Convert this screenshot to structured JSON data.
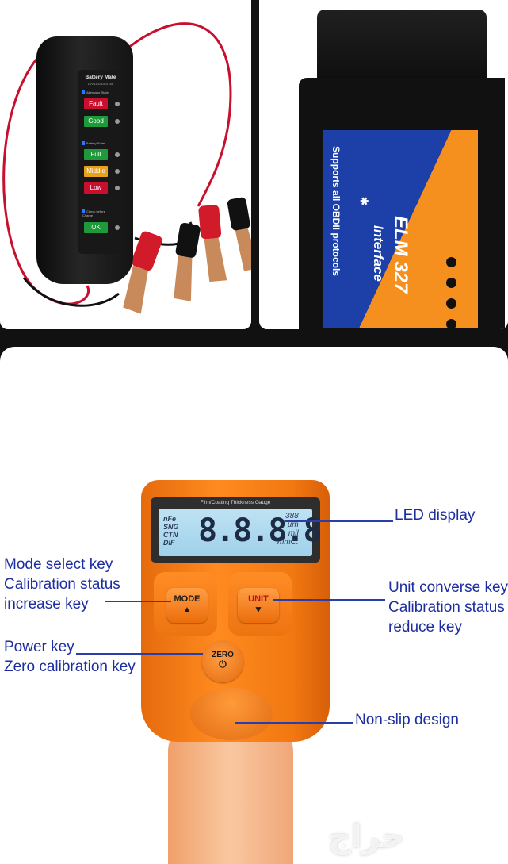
{
  "battery_tester": {
    "title": "Battery Mate",
    "subtitle": "12V LED DIGITAL",
    "sections": [
      "Alternator State",
      "Battery State",
      "Check before Charge"
    ],
    "indicators": [
      {
        "label": "Fault",
        "color": "#c8102e"
      },
      {
        "label": "Good",
        "color": "#1e9a3a"
      },
      {
        "label": "Full",
        "color": "#1e9a3a"
      },
      {
        "label": "Middle",
        "color": "#e8a11c"
      },
      {
        "label": "Low",
        "color": "#c8102e"
      },
      {
        "label": "OK",
        "color": "#1e9a3a"
      }
    ]
  },
  "obd_adapter": {
    "label_line1": "Supports all OBDII protocols",
    "brand": "ELM 327",
    "model": "Interface",
    "colors": {
      "blue": "#1c3fa8",
      "orange": "#f5901e"
    }
  },
  "gauge": {
    "lcd_title": "Film/Coating Thickness Gauge",
    "lcd_left": [
      "nFe",
      "SNG",
      "CTN",
      "DIF"
    ],
    "lcd_digits": "8.8.8.8",
    "lcd_right": [
      "388",
      "µm",
      "mil",
      "mmC."
    ],
    "keys": {
      "mode": "MODE",
      "unit": "UNIT",
      "zero": "ZERO"
    },
    "callouts": {
      "led": "LED display",
      "mode": [
        "Mode select key",
        "Calibration status",
        " increase key"
      ],
      "unit": [
        "Unit converse key",
        "Calibration status",
        "reduce key"
      ],
      "power": [
        "Power key",
        "Zero calibration key"
      ],
      "nonslip": "Non-slip design"
    },
    "accent": "#ff8a1f",
    "callout_color": "#1c2ea0"
  },
  "watermark": "حراج"
}
